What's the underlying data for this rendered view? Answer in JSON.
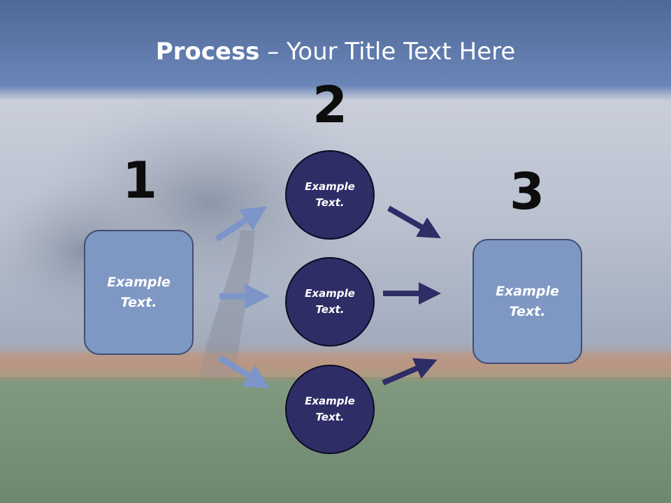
{
  "title": {
    "bold": "Process",
    "rest": " – Your Title Text Here"
  },
  "steps": [
    {
      "number": "1"
    },
    {
      "number": "2"
    },
    {
      "number": "3"
    }
  ],
  "left_box": {
    "line1": "Example",
    "line2": "Text."
  },
  "circles": [
    {
      "line1": "Example",
      "line2": "Text."
    },
    {
      "line1": "Example",
      "line2": "Text."
    },
    {
      "line1": "Example",
      "line2": "Text."
    }
  ],
  "right_box": {
    "line1": "Example",
    "line2": "Text."
  },
  "colors": {
    "box_fill": "#7f97c3",
    "circle_fill": "#2f2d66",
    "light_arrow": "#7d95c9",
    "dark_arrow": "#2f2d66",
    "title_bar": "#5b75a8"
  }
}
